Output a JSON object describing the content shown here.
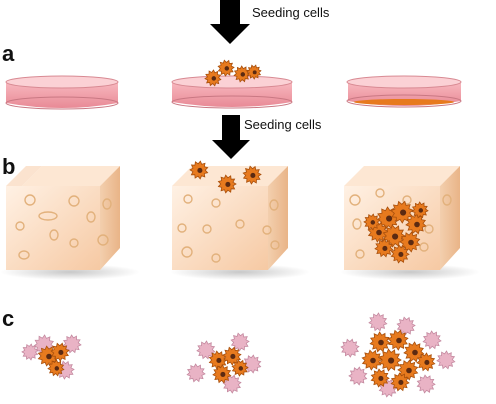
{
  "labels": {
    "row_a": "a",
    "row_b": "b",
    "row_c": "c",
    "arrow_top": "Seeding cells",
    "arrow_middle": "Seeding cells"
  },
  "colors": {
    "dish_side": "#f2a5ad",
    "dish_top": "#f8c9cd",
    "scaffold_front": "#f9ddc3",
    "scaffold_top": "#fde9d7",
    "scaffold_side": "#f0c7a1",
    "cell_orange": "#e77a1e",
    "cell_outline": "#a84f0c",
    "cell_nucleus": "#5b2a12",
    "cell_pink": "#e9b3c5",
    "pore": "#e2b17c"
  }
}
